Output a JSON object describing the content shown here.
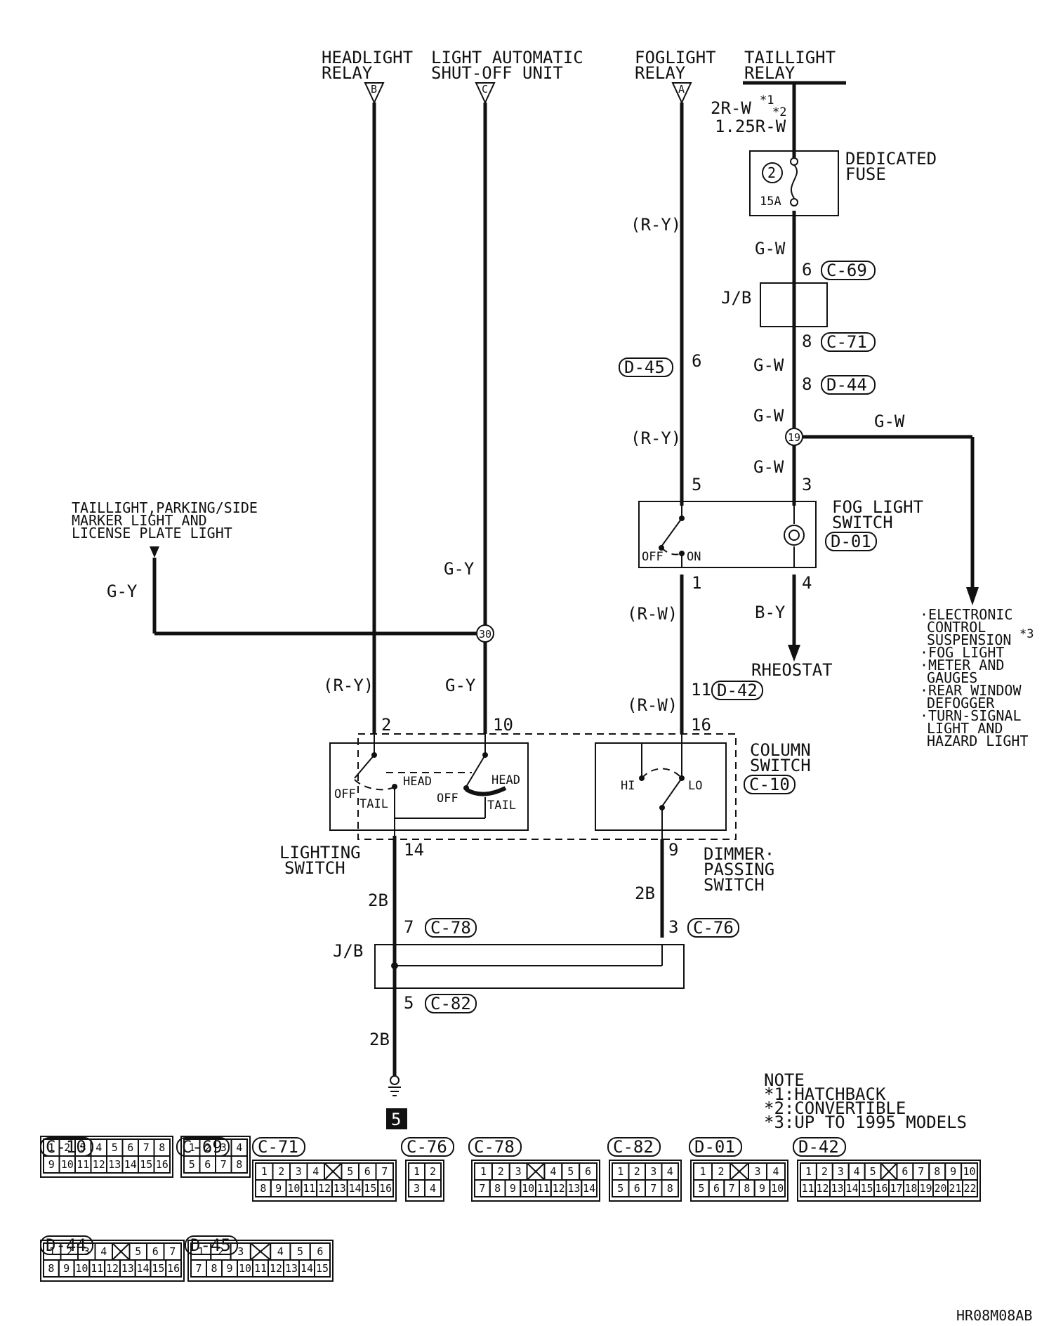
{
  "sources": {
    "headlight_relay": [
      "HEADLIGHT",
      "RELAY"
    ],
    "light_auto_unit": [
      "LIGHT AUTOMATIC",
      "SHUT-OFF UNIT"
    ],
    "foglight_relay": [
      "FOGLIGHT",
      "RELAY"
    ],
    "taillight_relay": [
      "TAILLIGHT",
      "RELAY"
    ],
    "conn_b": "B",
    "conn_c": "C",
    "conn_a": "A"
  },
  "fuse": {
    "wire_hatchback": "2R-W",
    "wire_conv": "1.25R-W",
    "star1": "*1",
    "star2": "*2",
    "label": [
      "DEDICATED",
      "FUSE"
    ],
    "number": "2",
    "rating": "15A"
  },
  "wires": {
    "gw": "G-W",
    "ry": "(R-Y)",
    "rw": "(R-W)",
    "gy": "G-Y",
    "by": "B-Y",
    "b2": "2B"
  },
  "connectors": {
    "c69": "C-69",
    "c71": "C-71",
    "d44": "D-44",
    "d45": "D-45",
    "d01": "D-01",
    "d42": "D-42",
    "c10": "C-10",
    "c78": "C-78",
    "c76": "C-76",
    "c82": "C-82"
  },
  "pins": {
    "p6a": "6",
    "p8a": "8",
    "p8b": "8",
    "p6b": "6",
    "p5": "5",
    "p3": "3",
    "p1": "1",
    "p4": "4",
    "p11": "11",
    "p16": "16",
    "p2": "2",
    "p10": "10",
    "p14": "14",
    "p9": "9",
    "p7": "7",
    "p3b": "3",
    "p5b": "5"
  },
  "jb": "J/B",
  "junctions": {
    "j19": "19",
    "j30": "30"
  },
  "fog_switch": {
    "label": [
      "FOG LIGHT",
      "SWITCH"
    ],
    "off": "OFF",
    "on": "ON"
  },
  "rheostat": "RHEOSTAT",
  "taillight_feed": [
    "TAILLIGHT,PARKING/SIDE",
    "MARKER LIGHT AND",
    "LICENSE PLATE LIGHT"
  ],
  "outputs": [
    "·ELECTRONIC",
    "CONTROL",
    "SUSPENSION",
    "·FOG LIGHT",
    "·METER AND",
    "GAUGES",
    "·REAR WINDOW",
    "DEFOGGER",
    "·TURN-SIGNAL",
    "LIGHT AND",
    "HAZARD LIGHT"
  ],
  "star3": "*3",
  "column_switch": {
    "label": [
      "COLUMN",
      "SWITCH"
    ],
    "head": "HEAD",
    "tail": "TAIL",
    "off": "OFF",
    "hi": "HI",
    "lo": "LO"
  },
  "lighting_switch": [
    "LIGHTING",
    "SWITCH"
  ],
  "dimmer_switch": [
    "DIMMER·",
    "PASSING",
    "SWITCH"
  ],
  "ground": "5",
  "note": [
    "NOTE",
    "*1:HATCHBACK",
    "*2:CONVERTIBLE",
    "*3:UP TO 1995 MODELS"
  ],
  "faces": [
    {
      "id": "C-10",
      "rows": [
        [
          "1",
          "2",
          "3",
          "4",
          "5",
          "6",
          "7",
          "8"
        ],
        [
          "9",
          "10",
          "11",
          "12",
          "13",
          "14",
          "15",
          "16"
        ]
      ]
    },
    {
      "id": "C-69",
      "rows": [
        [
          "1",
          "2",
          "3",
          "4"
        ],
        [
          "5",
          "6",
          "7",
          "8"
        ]
      ]
    },
    {
      "id": "C-71",
      "rows": [
        [
          "1",
          "2",
          "3",
          "4",
          "",
          "5",
          "6",
          "7"
        ],
        [
          "8",
          "9",
          "10",
          "11",
          "12",
          "13",
          "14",
          "15",
          "16"
        ]
      ]
    },
    {
      "id": "C-76",
      "rows": [
        [
          "1",
          "2"
        ],
        [
          "3",
          "4"
        ]
      ]
    },
    {
      "id": "C-78",
      "rows": [
        [
          "1",
          "2",
          "3",
          "",
          "4",
          "5",
          "6"
        ],
        [
          "7",
          "8",
          "9",
          "10",
          "11",
          "12",
          "13",
          "14"
        ]
      ]
    },
    {
      "id": "C-82",
      "rows": [
        [
          "1",
          "2",
          "3",
          "4"
        ],
        [
          "5",
          "6",
          "7",
          "8"
        ]
      ]
    },
    {
      "id": "D-01",
      "rows": [
        [
          "1",
          "2",
          "",
          "3",
          "4"
        ],
        [
          "5",
          "6",
          "7",
          "8",
          "9",
          "10"
        ]
      ]
    },
    {
      "id": "D-42",
      "rows": [
        [
          "1",
          "2",
          "3",
          "4",
          "5",
          "",
          "6",
          "7",
          "8",
          "9",
          "10"
        ],
        [
          "11",
          "12",
          "13",
          "14",
          "15",
          "16",
          "17",
          "18",
          "19",
          "20",
          "21",
          "22"
        ]
      ]
    },
    {
      "id": "D-44",
      "rows": [
        [
          "1",
          "2",
          "3",
          "4",
          "",
          "5",
          "6",
          "7"
        ],
        [
          "8",
          "9",
          "10",
          "11",
          "12",
          "13",
          "14",
          "15",
          "16"
        ]
      ]
    },
    {
      "id": "D-45",
      "rows": [
        [
          "1",
          "2",
          "3",
          "",
          "4",
          "5",
          "6"
        ],
        [
          "7",
          "8",
          "9",
          "10",
          "11",
          "12",
          "13",
          "14",
          "15"
        ]
      ]
    }
  ],
  "code": "HR08M08AB"
}
